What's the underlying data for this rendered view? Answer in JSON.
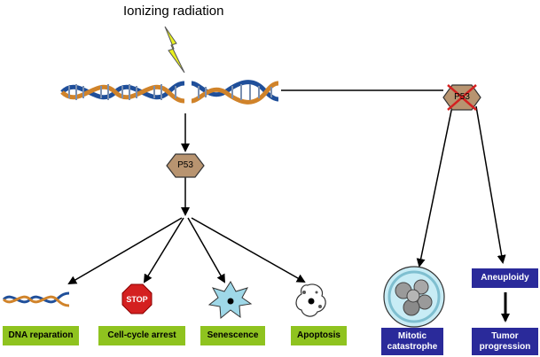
{
  "title": "Ionizing radiation",
  "p53": "P53",
  "p53_mutant": "P53",
  "outcomes": {
    "dna_reparation": "DNA reparation",
    "cell_cycle_arrest": "Cell-cycle arrest",
    "senescence": "Senescence",
    "apoptosis": "Apoptosis",
    "stop_sign": "STOP",
    "mitotic_catastrophe": "Mitotic\ncatastrophe",
    "aneuploidy": "Aneuploidy",
    "tumor_progression": "Tumor\nprogression"
  },
  "colors": {
    "outcome_green": "#8fc31f",
    "outcome_blue": "#2a2a9a",
    "p53_fill": "#b89470",
    "stop_red": "#d42020",
    "lightning": "#e8f020",
    "dna_orange": "#d0832a",
    "dna_blue": "#1f4f9a",
    "cell_cyan": "#9fd8e8"
  }
}
